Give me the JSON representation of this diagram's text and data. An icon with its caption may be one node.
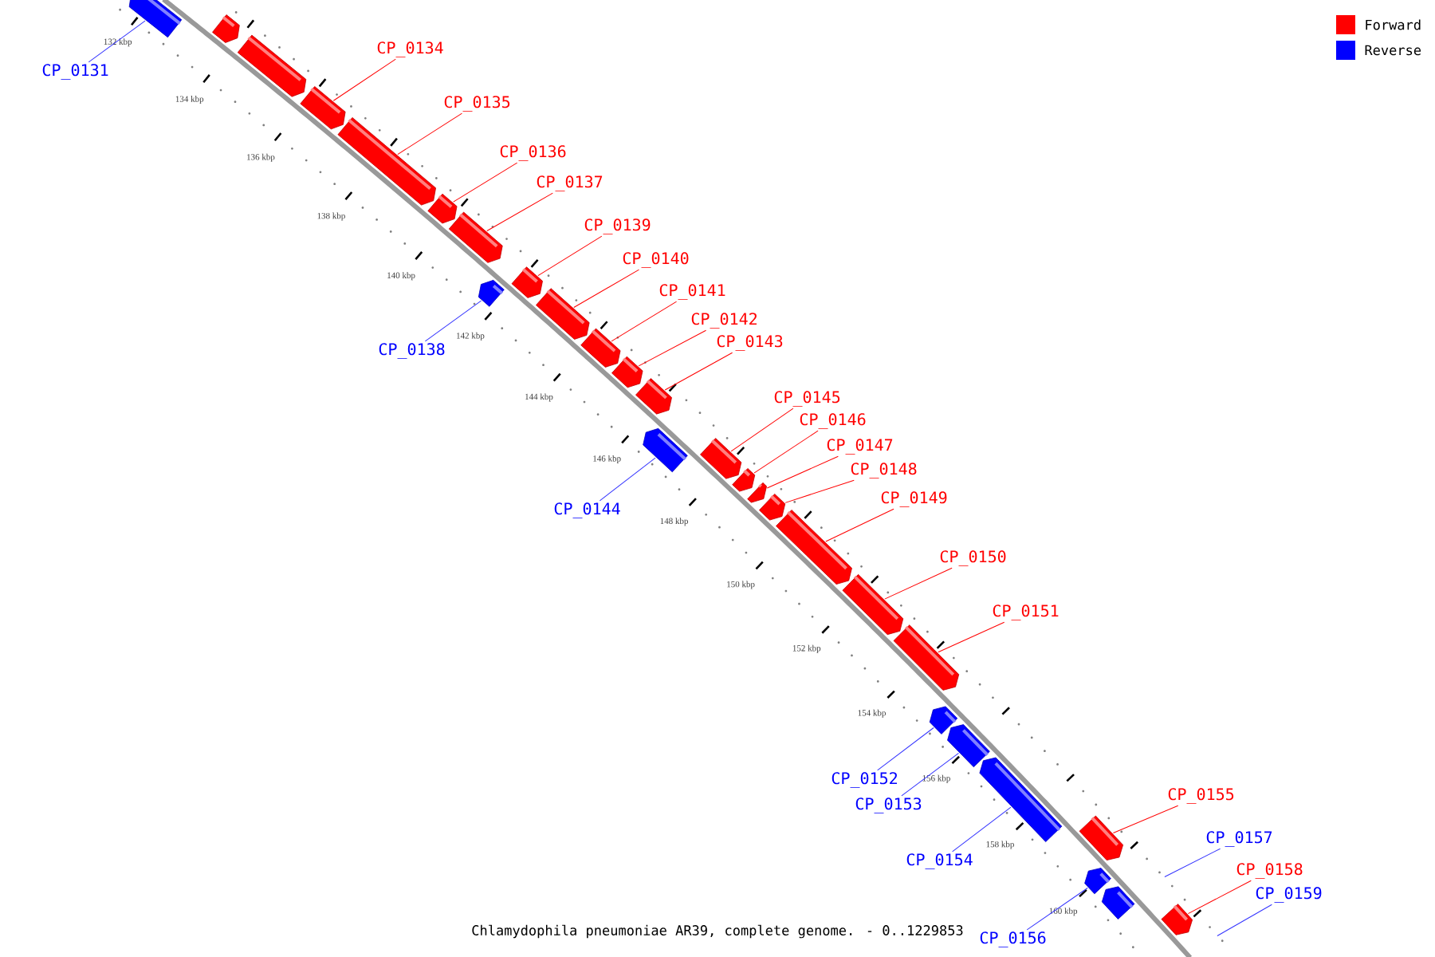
{
  "diagram": {
    "caption": "Chlamydophila pneumoniae AR39, complete genome. - 0..1229853",
    "nodes": [
      {
        "text": [
          "CP_0131"
        ]
      },
      {
        "text": [],
        "shape": "box"
      },
      {
        "text": [],
        "shape": "box"
      },
      {
        "text": [],
        "shape": "box"
      },
      {
        "text": [
          "CP_0134"
        ]
      },
      {
        "text": [],
        "shape": "box"
      },
      {
        "text": [
          "CP_0135"
        ]
      },
      {
        "text": [],
        "shape": "box"
      },
      {
        "text": [
          "CP_0136"
        ]
      },
      {
        "text": [],
        "shape": "box"
      },
      {
        "text": [
          "CP_0137"
        ]
      },
      {
        "text": [],
        "shape": "box"
      },
      {
        "text": [
          "CP_0138"
        ]
      },
      {
        "text": [],
        "shape": "box"
      },
      {
        "text": [
          "CP_0139"
        ]
      },
      {
        "text": [],
        "shape": "box"
      },
      {
        "text": [
          "CP_0140"
        ]
      },
      {
        "text": [],
        "shape": "box"
      },
      {
        "text": [
          "CP_0141"
        ]
      },
      {
        "text": [],
        "shape": "box"
      },
      {
        "text": [
          "CP_0142"
        ]
      },
      {
        "text": [],
        "shape": "box"
      },
      {
        "text": [
          "CP_0143"
        ]
      },
      {
        "text": [],
        "shape": "box"
      },
      {
        "text": [
          "CP_0144"
        ]
      },
      {
        "text": [],
        "shape": "box"
      },
      {
        "text": [
          "CP_0145"
        ]
      },
      {
        "text": [],
        "shape": "box"
      },
      {
        "text": [
          "CP_0146"
        ]
      },
      {
        "text": [],
        "shape": "box"
      },
      {
        "text": [
          "CP_0147"
        ]
      },
      {
        "text": [],
        "shape": "box"
      },
      {
        "text": [
          "CP_0148"
        ]
      },
      {
        "text": [],
        "shape": "box"
      },
      {
        "text": [
          "CP_0149"
        ]
      },
      {
        "text": [],
        "shape": "box"
      },
      {
        "text": [
          "CP_0150"
        ]
      },
      {
        "text": [],
        "shape": "box"
      },
      {
        "text": [
          "CP_0151"
        ]
      },
      {
        "text": [],
        "shape": "box"
      },
      {
        "text": [
          "CP_0152"
        ]
      },
      {
        "text": [],
        "shape": "box"
      },
      {
        "text": [
          "CP_0153"
        ]
      },
      {
        "text": [],
        "shape": "box"
      },
      {
        "text": [
          "CP_0154"
        ]
      },
      {
        "text": [],
        "shape": "box"
      },
      {
        "text": [
          "CP_0155"
        ]
      },
      {
        "text": [],
        "shape": "box"
      },
      {
        "text": [
          "CP_0156"
        ]
      },
      {
        "text": [],
        "shape": "box"
      },
      {
        "text": [],
        "shape": "box"
      },
      {
        "text": [
          "CP_0157"
        ]
      },
      {
        "text": [
          "CP_0158"
        ]
      },
      {
        "text": [],
        "shape": "box"
      },
      {
        "text": [
          "CP_0159"
        ]
      }
    ],
    "edges": [
      {
        "from": 0,
        "to": 1,
        "arrow": "none",
        "color": "#3333ff"
      },
      {
        "from": 4,
        "to": 5,
        "arrow": "none"
      },
      {
        "from": 6,
        "to": 7,
        "arrow": "none"
      },
      {
        "from": 8,
        "to": 9,
        "arrow": "none"
      },
      {
        "from": 10,
        "to": 11,
        "arrow": "none"
      },
      {
        "from": 12,
        "to": 13,
        "arrow": "none",
        "color": "#3333ff"
      },
      {
        "from": 14,
        "to": 15,
        "arrow": "none"
      },
      {
        "from": 16,
        "to": 17,
        "arrow": "none"
      },
      {
        "from": 18,
        "to": 19,
        "arrow": "none"
      },
      {
        "from": 20,
        "to": 21,
        "arrow": "none"
      },
      {
        "from": 22,
        "to": 23,
        "arrow": "none"
      },
      {
        "from": 24,
        "to": 25,
        "arrow": "none",
        "color": "#3333ff"
      },
      {
        "from": 26,
        "to": 27,
        "arrow": "none"
      },
      {
        "from": 28,
        "to": 29,
        "arrow": "none"
      },
      {
        "from": 30,
        "to": 31,
        "arrow": "none"
      },
      {
        "from": 32,
        "to": 33,
        "arrow": "none"
      },
      {
        "from": 34,
        "to": 35,
        "arrow": "none"
      },
      {
        "from": 36,
        "to": 37,
        "arrow": "none"
      },
      {
        "from": 38,
        "to": 39,
        "arrow": "none"
      },
      {
        "from": 40,
        "to": 41,
        "arrow": "none",
        "color": "#3333ff"
      },
      {
        "from": 42,
        "to": 43,
        "arrow": "none",
        "color": "#3333ff"
      },
      {
        "from": 44,
        "to": 45,
        "arrow": "none",
        "color": "#3333ff"
      },
      {
        "from": 46,
        "to": 47,
        "arrow": "none"
      },
      {
        "from": 48,
        "to": 49,
        "arrow": "none",
        "color": "#3333ff"
      },
      {
        "from": 51,
        "to": null,
        "arrow": "none",
        "color": "#3333ff"
      },
      {
        "from": 52,
        "to": 53,
        "arrow": "none"
      },
      {
        "from": 54,
        "to": null,
        "arrow": "none",
        "color": "#3333ff"
      }
    ],
    "labels": [
      "132 kbp",
      "134 kbp",
      "136 kbp",
      "138 kbp",
      "140 kbp",
      "142 kbp",
      "144 kbp",
      "146 kbp",
      "148 kbp",
      "150 kbp",
      "152 kbp",
      "154 kbp",
      "156 kbp",
      "158 kbp",
      "160 kbp"
    ],
    "legend": [
      {
        "text": "Forward",
        "color": "#ff0000"
      },
      {
        "text": "Reverse",
        "color": "#0000ff"
      }
    ]
  }
}
